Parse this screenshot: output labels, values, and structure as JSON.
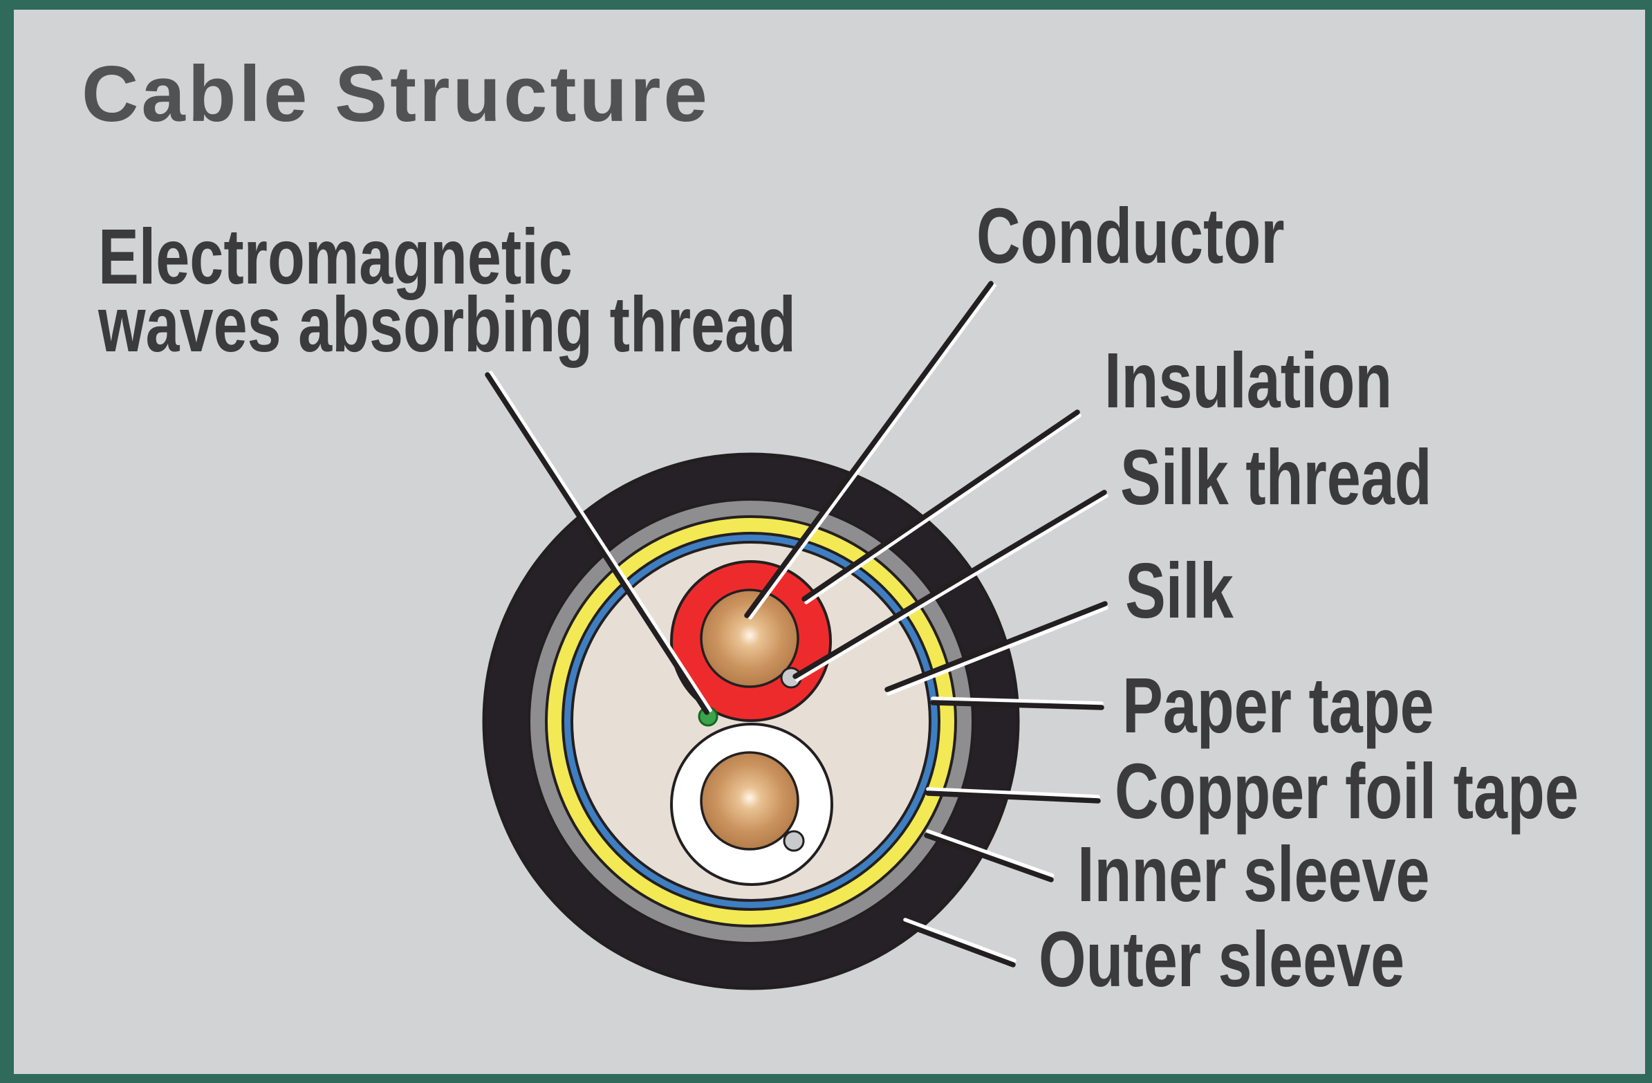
{
  "title": "Cable Structure",
  "diagram": {
    "type": "cable-cross-section",
    "labels": {
      "em_thread_line1": "Electromagnetic",
      "em_thread_line2": "waves absorbing thread",
      "conductor": "Conductor",
      "insulation": "Insulation",
      "silk_thread": "Silk thread",
      "silk": "Silk",
      "paper_tape": "Paper tape",
      "copper_foil_tape": "Copper foil tape",
      "inner_sleeve": "Inner sleeve",
      "outer_sleeve": "Outer sleeve"
    },
    "layers_inside_out": [
      "Conductor",
      "Insulation",
      "Silk thread",
      "Silk",
      "Paper tape",
      "Copper foil tape",
      "Inner sleeve",
      "Outer sleeve"
    ],
    "colors": {
      "background": "#d1d3d4",
      "frame_green": "#2f6a5a",
      "title_text": "#515254",
      "label_text": "#3b3b3d",
      "outer_sleeve_black": "#262126",
      "inner_sleeve_gray": "#8e8e90",
      "copper_foil_yellow": "#f2e954",
      "paper_tape_blue": "#3f7ec1",
      "silk_cream": "#e7dfd5",
      "insulation_red": "#ee2b2c",
      "bundle_white": "#ffffff",
      "conductor_copper": "#cb945f",
      "silk_thread_dot_gray": "#c9cacb",
      "em_thread_green": "#3aa34b",
      "outline_dark": "#231f20",
      "leader_black": "#231f20",
      "leader_white": "#ffffff"
    }
  }
}
